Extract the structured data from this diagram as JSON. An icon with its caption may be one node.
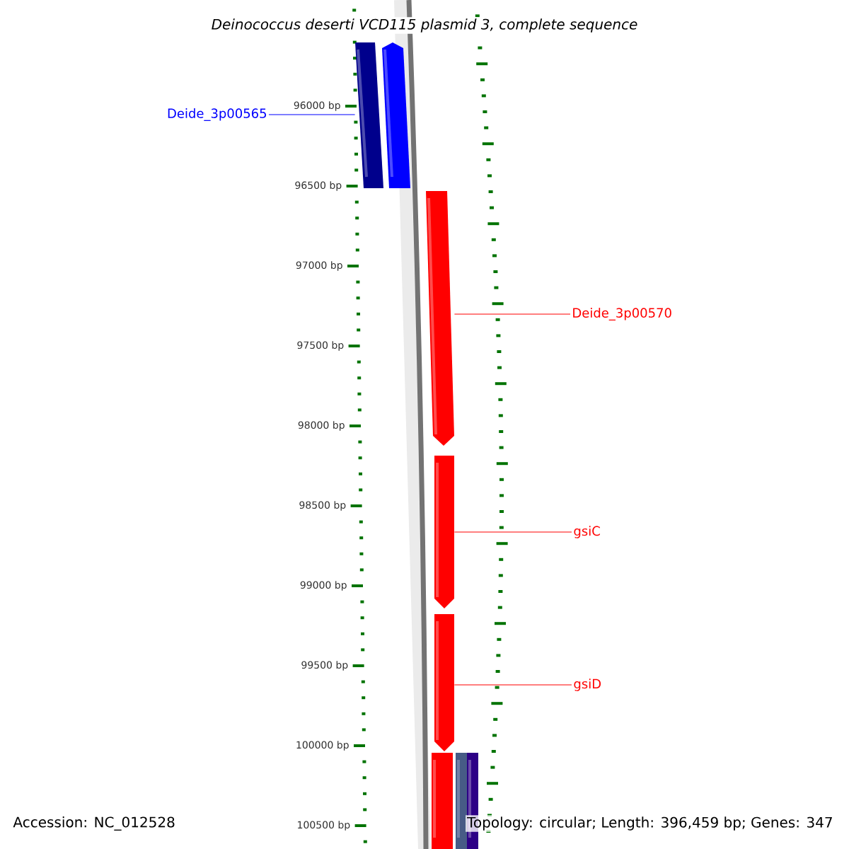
{
  "diagram": {
    "title": "Deinococcus deserti VCD115 plasmid 3, complete sequence",
    "nodes": [
      {
        "text": [
          "Deide_3p00565"
        ]
      },
      {
        "text": [],
        "shape": "bar"
      },
      {
        "text": [],
        "shape": "arrow"
      },
      {
        "text": [],
        "shape": "arrow"
      },
      {
        "text": [
          "Deide_3p00570"
        ]
      },
      {
        "text": [],
        "shape": "arrow"
      },
      {
        "text": [
          "gsiC"
        ]
      },
      {
        "text": [],
        "shape": "arrow"
      },
      {
        "text": [
          "gsiD"
        ]
      },
      {
        "text": [],
        "shape": "bar"
      },
      {
        "text": [],
        "shape": "bar"
      },
      {
        "text": [],
        "shape": "bar"
      }
    ],
    "edges": [
      {
        "from": 0,
        "to": 1,
        "arrow": "none",
        "color": "#0000ff"
      },
      {
        "from": 4,
        "to": 3,
        "arrow": "none"
      },
      {
        "from": 6,
        "to": 5,
        "arrow": "none"
      },
      {
        "from": 8,
        "to": 7,
        "arrow": "none"
      }
    ],
    "labels": [
      "96000 bp",
      "96500 bp",
      "97000 bp",
      "97500 bp",
      "98000 bp",
      "98500 bp",
      "99000 bp",
      "99500 bp",
      "100000 bp",
      "100500 bp",
      "Accession: NC_012528",
      "Topology: circular; Length: 396,459 bp; Genes: 347"
    ]
  }
}
